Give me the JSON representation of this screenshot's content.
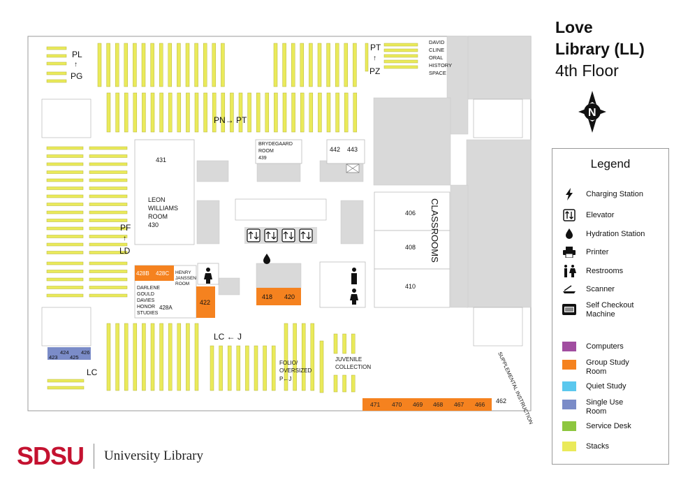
{
  "title": {
    "line1": "Love",
    "line2": "Library (LL)",
    "line3": "4th Floor"
  },
  "compass": {
    "letter": "N"
  },
  "colors": {
    "orange": "#f5821f",
    "computers": "#a14da0",
    "quiet": "#5bc8ee",
    "single": "#7b8cc8",
    "service": "#8dc63f",
    "stacks": "#eaea5a"
  },
  "legend": {
    "title": "Legend",
    "icons": [
      {
        "icon": "charging-icon",
        "label": "Charging Station"
      },
      {
        "icon": "elevator-icon",
        "label": "Elevator"
      },
      {
        "icon": "hydration-icon",
        "label": "Hydration Station"
      },
      {
        "icon": "printer-icon",
        "label": "Printer"
      },
      {
        "icon": "restroom-icon",
        "label": "Restrooms"
      },
      {
        "icon": "scanner-icon",
        "label": "Scanner"
      },
      {
        "icon": "self-checkout-icon",
        "label": "Self Checkout",
        "label2": "Machine"
      }
    ],
    "colors": [
      {
        "label": "Computers",
        "color": "#a14da0"
      },
      {
        "label": "Group Study",
        "label2": "Room",
        "color": "#f5821f"
      },
      {
        "label": "Quiet Study",
        "color": "#5bc8ee"
      },
      {
        "label": "Single Use",
        "label2": "Room",
        "color": "#7b8cc8"
      },
      {
        "label": "Service Desk",
        "color": "#8dc63f"
      },
      {
        "label": "Stacks",
        "color": "#eaea5a"
      }
    ]
  },
  "map": {
    "call_pl": "PL",
    "call_pg": "PG",
    "call_pt": "PT",
    "call_pz": "PZ",
    "call_pn_pt": "PN→ PT",
    "call_pf": "PF",
    "call_ld": "LD",
    "call_lc_j": "LC ← J",
    "call_lc": "LC",
    "arrow_up": "↑",
    "david_cline": [
      "DAVID",
      "CLINE",
      "ORAL",
      "HISTORY",
      "SPACE"
    ],
    "room_431": "431",
    "brydegaard": [
      "BRYDEGAARD",
      "ROOM",
      "439"
    ],
    "room_442": "442",
    "room_443": "443",
    "leon_williams": [
      "LEON",
      "WILLIAMS",
      "ROOM",
      "430"
    ],
    "classrooms": "CLASSROOMS",
    "room_406": "406",
    "room_408": "408",
    "room_410": "410",
    "room_428b": "428B",
    "room_428c": "428C",
    "henry_janssen": [
      "HENRY",
      "JANSSEN",
      "ROOM"
    ],
    "darlene": [
      "DARLENE",
      "GOULD",
      "DAVIES",
      "HONOR",
      "STUDIES"
    ],
    "room_428a": "428A",
    "room_422": "422",
    "room_418": "418",
    "room_420": "420",
    "single_rooms": [
      "424",
      "426",
      "423",
      "425"
    ],
    "folio": [
      "FOLIO/",
      "OVERSIZED",
      "P←J"
    ],
    "juvenile": [
      "JUVENILE",
      "COLLECTION"
    ],
    "supplemental": "SUPPLEMENTAL INSTRUCTION",
    "room_462": "462",
    "group_rooms": [
      "471",
      "470",
      "469",
      "468",
      "467",
      "466"
    ]
  },
  "brand": {
    "sdsu": "SDSU",
    "library": "University Library"
  }
}
